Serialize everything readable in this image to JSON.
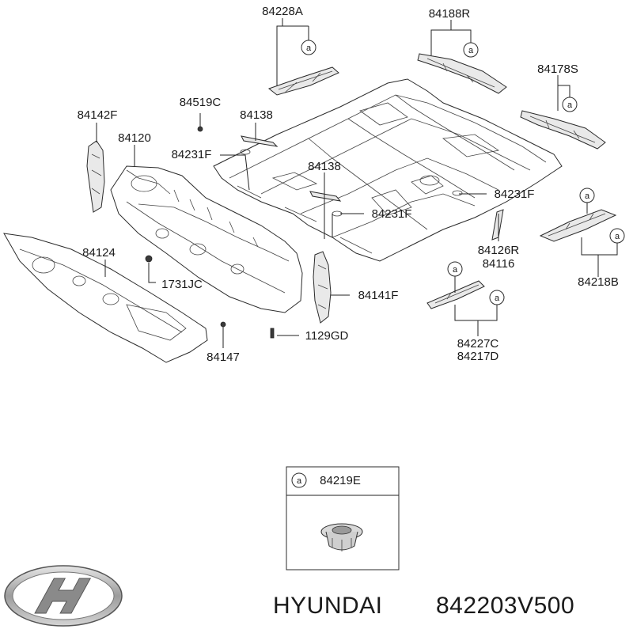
{
  "parts": {
    "p84228A": "84228A",
    "p84188R": "84188R",
    "p84178S": "84178S",
    "p84519C": "84519C",
    "p84142F": "84142F",
    "p84138_top": "84138",
    "p84120": "84120",
    "p84231F_left": "84231F",
    "p84138_mid": "84138",
    "p84231F_right": "84231F",
    "p84231F_mid": "84231F",
    "p84124": "84124",
    "p1731JC": "1731JC",
    "p84141F": "84141F",
    "p1129GD": "1129GD",
    "p84147": "84147",
    "p84126R": "84126R",
    "p84116": "84116",
    "p84218B": "84218B",
    "p84227C": "84227C",
    "p84217D": "84217D"
  },
  "callout_letter": "a",
  "detail_box": {
    "letter": "a",
    "part": "84219E"
  },
  "footer": {
    "brand": "HYUNDAI",
    "part_number": "842203V500"
  },
  "logo": {
    "icon": "hyundai-logo-icon"
  }
}
